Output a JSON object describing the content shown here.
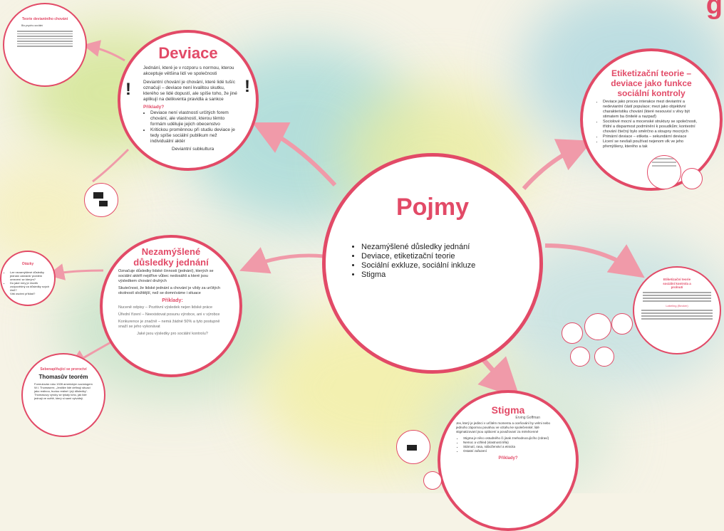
{
  "main": {
    "title": "Pojmy",
    "items": [
      "Nezamýšlené důsledky jednání",
      "Deviace, etiketizační teorie",
      "Sociální exkluze, sociální inkluze",
      "Stigma"
    ]
  },
  "deviace": {
    "title": "Deviace",
    "p1": "Jednání, které je v rozporu s normou, kterou akceptuje většina lidí ve společnosti",
    "p2": "Deviantní chování je chování, které lidé tušíc označují – deviace není kvalitou skutku, kterého se lidé dopustí, ale spíše toho, že jiné aplikují na delikventa pravidla a sankce",
    "examples_label": "Příklady?",
    "bullets": [
      "Deviace není vlastností určitých forem chování, ale vlastností, kterou těmto formám udělujie jejich obecenstvo",
      "Kritickou proměnnou při studiu deviace je tedy spíše sociální publikum než individuální aktér"
    ],
    "last": "Deviantní subkultura",
    "exclam": "!"
  },
  "etik": {
    "title": "Etiketizační teorie – deviace jako funkce sociální kontroly",
    "bullets": [
      "Deviace jako proces interakce mezi deviantní a nedeviantní částí populace; mezi jako objektivní charakteristiku chování (které nesouvisí s vlivy být stimatem ba činitelé a nazpaď)",
      "Sociolové mocní a mocenské struktury se společnosti, třídní a disparmost podmínění k posudkům; kontextní chování čtečný bylo směrčno a stoupny mocných",
      "Primární deviace – etiketa – sekundární deviace",
      "Licení se nevšali používat nejenom vlk ve jeho přemýšleny, kterého a tak"
    ]
  },
  "nezam": {
    "title": "Nezamýšlené důsledky jednání",
    "p1": "Označuje důsledky lidské činnosti (jednání), kterých se sociální aktéři nejdříve vůbec nedosáhli a které jsou výsledkem chování druhých",
    "p2": "Skutečnost, že lidské jednání a chování je vždy za určitých okolností složitější, než se domníváme i situace",
    "examples": "Příklady:",
    "lines": [
      "Nuceně odpisy – Pozitivní výsledek nejen lidské práce",
      "Úřední řízení – Neexistovat posunu výrobce, ani v výrobce",
      "Konkurence je značně – nemá žádné 50% a tyto postupně snaží se jeho vykonávat",
      "Jaké jsou výsledky pro sociální kontrolu?"
    ]
  },
  "otazky": {
    "title": "Otázky",
    "items": [
      "Lze nezamýšlené důsledky jednání zabránit/ problém omezení se kterým?",
      "Do jaké míry je člověk zodpovědný za důsledky svých činů?",
      "Váš osobní příklad?"
    ]
  },
  "thomas": {
    "subtitle": "Sebenaplňující se proroctví",
    "title": "Thomasův teorém",
    "text": "Formulován roku 1928 americkým sociologem W.I. Thomasem; „Jestliže lidé definují situaci jako reálnou, budou reálné i její důsledky“. Thomasovy výroky se týkaly toho, jak lidé jednají ve světě, který si sami vytvářejí."
  },
  "stigma": {
    "title": "Stigma",
    "author": "Erving Goffman",
    "p1": "Jev, který je jedinci v určitém momentu a oceňování by velmi nebo jednoho zápornou povahou ve vztahu ke společenské; lidé stigmatizovaní jsou oplácení a považovaní za méněcenné",
    "bullets": [
      "Stigma je něco ostudného či jinak znehodnocujícího (zdraví)",
      "Nemoc a vzhled (vlastnosti těla)",
      "Stárnutí, rasa, náboženství a etnicita",
      "Ostatní zařazení"
    ],
    "examples": "Příklady?"
  },
  "etiket_small": {
    "title": "Etiketizační teorie sociální kontrola a prolnutí",
    "section": "Labeling (Becker)"
  },
  "tl": {
    "title": "Teorie deviantního chování",
    "subtitle": "Bio-psycho-sociální"
  },
  "colors": {
    "accent": "#e24a67",
    "text": "#333333"
  }
}
